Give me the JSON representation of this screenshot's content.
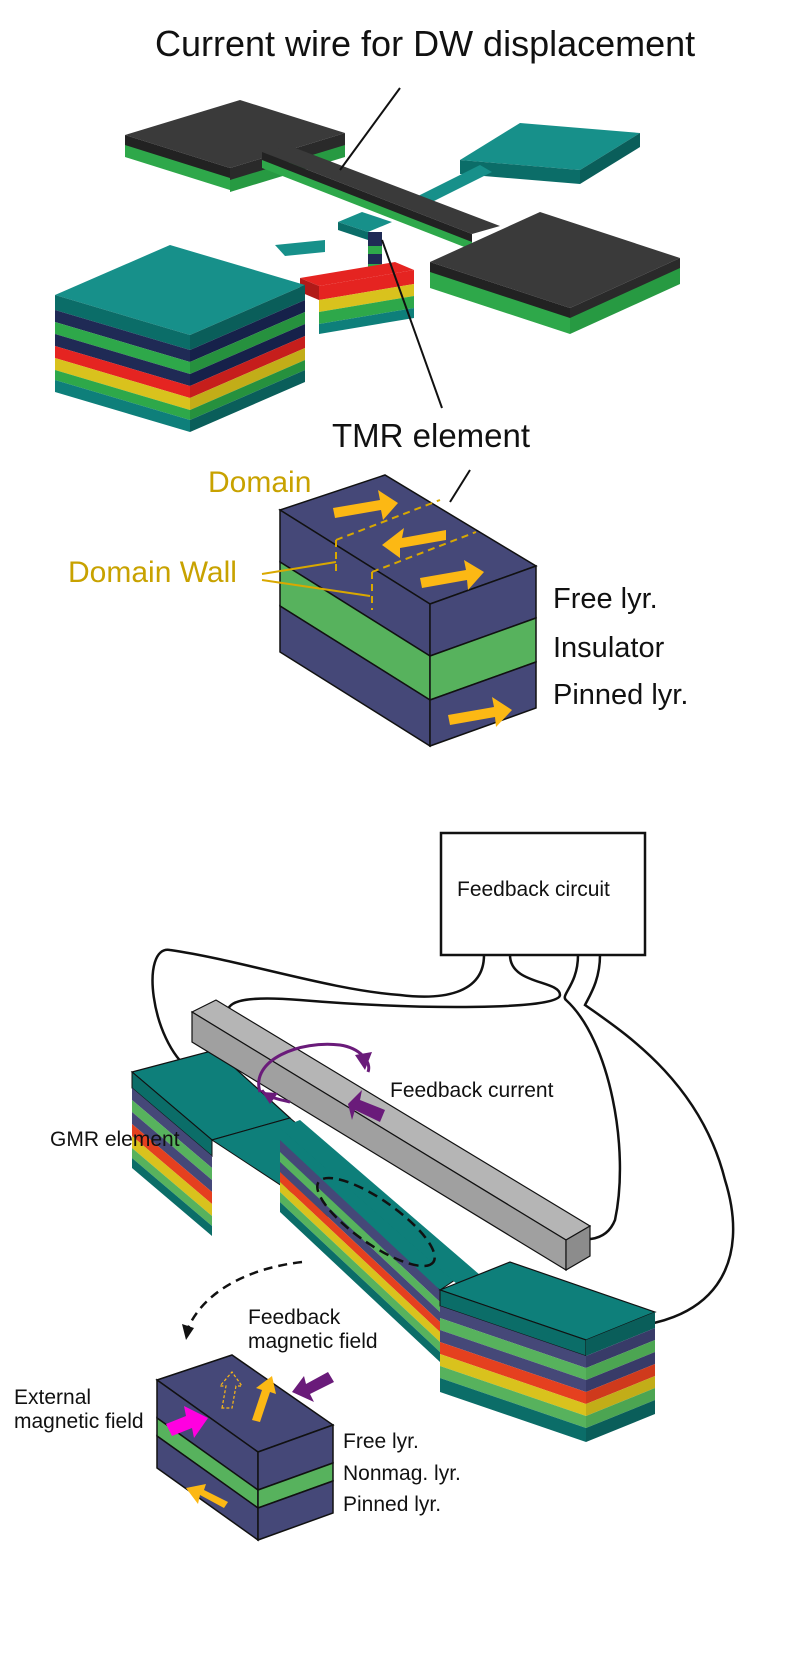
{
  "top": {
    "title": "Current wire for  DW displacement",
    "tmr_label": "TMR element",
    "domain_label": "Domain",
    "domain_wall_label": "Domain Wall",
    "free_layer": "Free lyr.",
    "insulator": "Insulator",
    "pinned_layer": "Pinned lyr."
  },
  "bottom": {
    "feedback_circuit": "Feedback circuit",
    "feedback_current": "Feedback current",
    "gmr_element": "GMR element",
    "feedback_field_line1": "Feedback",
    "feedback_field_line2": "magnetic field",
    "external_field_line1": "External",
    "external_field_line2": "magnetic field",
    "free_layer": "Free lyr.",
    "nonmag_layer": "Nonmag. lyr.",
    "pinned_layer": "Pinned lyr."
  },
  "colors": {
    "teal": "#0e7f7a",
    "dark_gray": "#3a3a3a",
    "green": "#2ea84a",
    "navy": "#1f2a55",
    "red": "#e52421",
    "yellow": "#d9c21d",
    "free_layer_blue": "#454878",
    "insulator_green": "#57b25d",
    "arrow_gold": "#fcb814",
    "label_gold": "#c8a200",
    "feedback_purple": "#6a1b7a",
    "external_magenta": "#ff00e0",
    "wire_gray": "#b5b5b5"
  }
}
